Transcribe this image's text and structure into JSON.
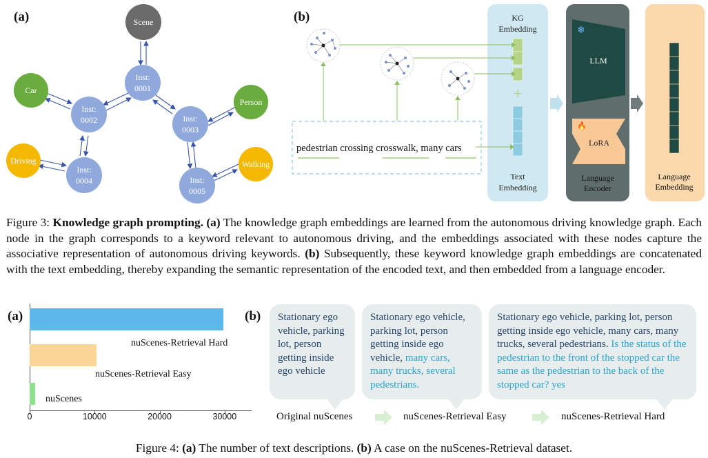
{
  "fig3": {
    "panel_a_label": "(a)",
    "panel_b_label": "(b)",
    "nodes": {
      "scene": "Scene",
      "car": "Car",
      "person": "Person",
      "driving": "Driving",
      "walking": "Walking",
      "inst_prefix": "Inst:",
      "inst1": "0001",
      "inst2": "0002",
      "inst3": "0003",
      "inst4": "0004",
      "inst5": "0005"
    },
    "kg_embedding": [
      "KG",
      "Embedding"
    ],
    "text_embedding": [
      "Text",
      "Embedding"
    ],
    "llm": "LLM",
    "lora": "LoRA",
    "language_encoder": [
      "Language",
      "Encoder"
    ],
    "language_embedding": [
      "Language",
      "Embedding"
    ],
    "input_text": "pedestrian crossing crosswalk, many cars",
    "colors": {
      "node_blue": "#8fa9dc",
      "node_green": "#6aad3e",
      "node_orange": "#f5b800",
      "node_gray": "#6b6b6b",
      "kg_panel": "#cfe8f2",
      "encoder_panel": "#5f6d6c",
      "llm_dark": "#1f4a44",
      "lora_orange": "#f9c897",
      "out_panel": "#fcd9ad",
      "kg_green": "#b5d48a",
      "text_blue": "#8ccbe0"
    }
  },
  "caption3": {
    "prefix": "Figure 3: ",
    "title": "Knowledge graph prompting.",
    "a": " (a)",
    "text1": " The knowledge graph embeddings are learned from the autonomous driving knowledge graph. Each node in the graph corresponds to a keyword relevant to autonomous driving, and the embeddings associated with these nodes capture the associative representation of autonomous driving keywords.",
    "b": " (b)",
    "text2": " Subsequently, these keyword knowledge graph embeddings are concatenated with the text embedding, thereby expanding the semantic representation of the encoded text, and then embedded from a language encoder."
  },
  "fig4": {
    "panel_a_label": "(a)",
    "panel_b_label": "(b)",
    "chart_data": {
      "type": "bar",
      "orientation": "horizontal",
      "categories": [
        "nuScenes-Retrieval Hard",
        "nuScenes-Retrieval Easy",
        "nuScenes"
      ],
      "values": [
        29800,
        10300,
        800
      ],
      "xlim": [
        0,
        35000
      ],
      "xticks": [
        "0",
        "10000",
        "20000",
        "30000"
      ],
      "colors": [
        "#5fb8ec",
        "#fbd696",
        "#8fe08f"
      ]
    },
    "bubbles": [
      {
        "plain": "Stationary ego vehicle, parking lot, person getting inside ego vehicle",
        "hl": ""
      },
      {
        "plain": "Stationary ego vehicle, parking lot, person getting inside ego vehicle, ",
        "hl": "many cars, many trucks, several pedestrians."
      },
      {
        "plain": "Stationary ego vehicle, parking lot, person getting inside ego vehicle, many cars, many trucks, several pedestrians. ",
        "hl": "Is the status of the pedestrian to the front of the stopped car the same as the pedestrian to the back of the stopped car? yes"
      }
    ],
    "datasets": [
      "Original nuScenes",
      "nuScenes-Retrieval Easy",
      "nuScenes-Retrieval Hard"
    ]
  },
  "caption4": {
    "prefix": "Figure 4: ",
    "a": "(a)",
    "text1": " The number of text descriptions. ",
    "b": "(b)",
    "text2": " A case on the nuScenes-Retrieval dataset."
  }
}
